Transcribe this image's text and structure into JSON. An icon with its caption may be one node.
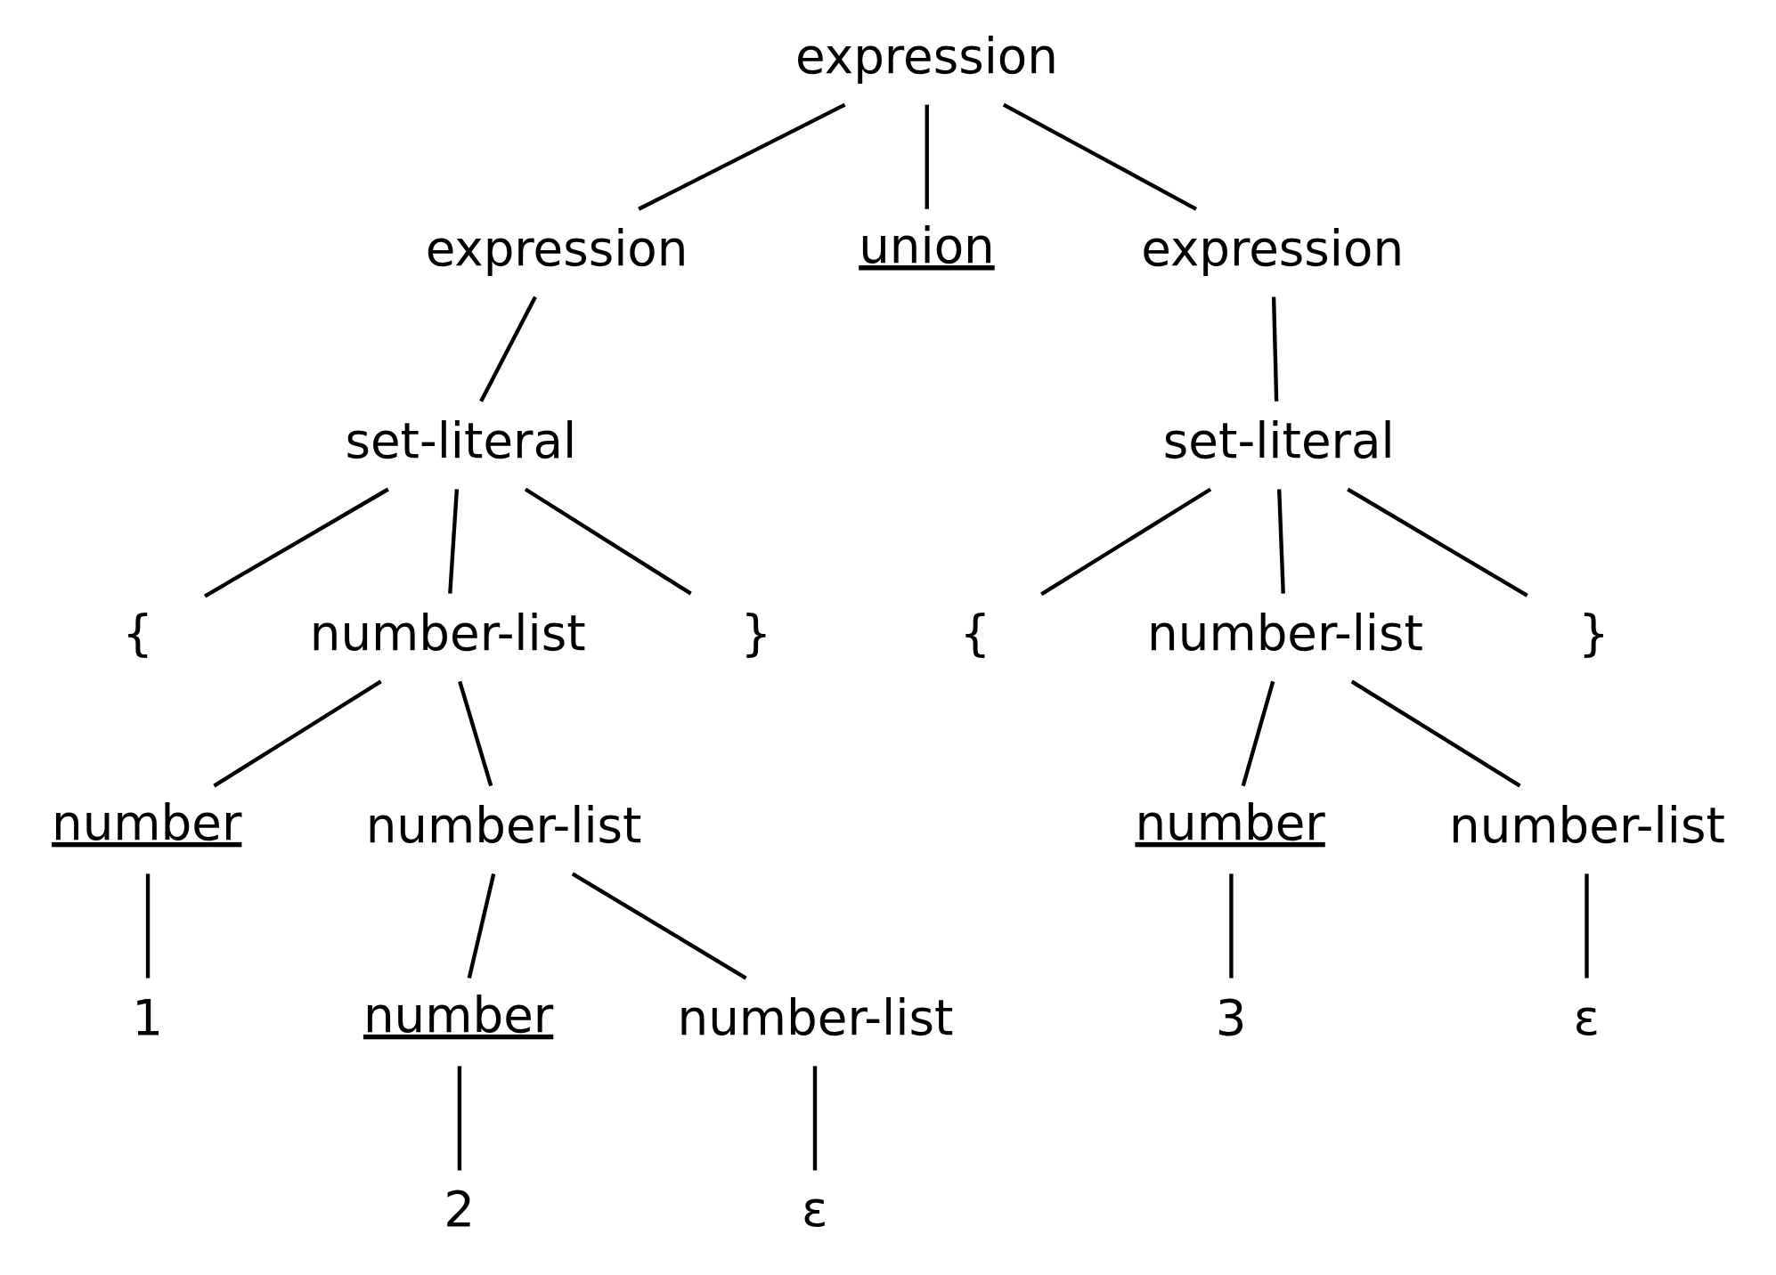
{
  "diagram": {
    "nodes": [
      {
        "text": [
          "expression"
        ]
      },
      {
        "text": [
          "expression"
        ]
      },
      {
        "text": [
          "union"
        ]
      },
      {
        "text": [
          "expression"
        ]
      },
      {
        "text": [
          "set-literal"
        ]
      },
      {
        "text": [
          "set-literal"
        ]
      },
      {
        "text": [
          "{"
        ]
      },
      {
        "text": [
          "number-list"
        ]
      },
      {
        "text": [
          "}"
        ]
      },
      {
        "text": [
          "{"
        ]
      },
      {
        "text": [
          "number-list"
        ]
      },
      {
        "text": [
          "}"
        ]
      },
      {
        "text": [
          "number"
        ]
      },
      {
        "text": [
          "number-list"
        ]
      },
      {
        "text": [
          "number"
        ]
      },
      {
        "text": [
          "number-list"
        ]
      },
      {
        "text": [
          "1"
        ]
      },
      {
        "text": [
          "3"
        ]
      },
      {
        "text": [
          "ε"
        ]
      },
      {
        "text": [
          "number"
        ]
      },
      {
        "text": [
          "number-list"
        ]
      },
      {
        "text": [
          "2"
        ]
      },
      {
        "text": [
          "ε"
        ]
      }
    ],
    "edges": [
      {
        "from": 0,
        "to": 1,
        "arrow": "none"
      },
      {
        "from": 0,
        "to": 2,
        "arrow": "none"
      },
      {
        "from": 0,
        "to": 3,
        "arrow": "none"
      },
      {
        "from": 1,
        "to": 4,
        "arrow": "none"
      },
      {
        "from": 3,
        "to": 5,
        "arrow": "none"
      },
      {
        "from": 4,
        "to": 6,
        "arrow": "none"
      },
      {
        "from": 4,
        "to": 7,
        "arrow": "none"
      },
      {
        "from": 4,
        "to": 8,
        "arrow": "none"
      },
      {
        "from": 5,
        "to": 9,
        "arrow": "none"
      },
      {
        "from": 5,
        "to": 10,
        "arrow": "none"
      },
      {
        "from": 5,
        "to": 11,
        "arrow": "none"
      },
      {
        "from": 7,
        "to": 12,
        "arrow": "none"
      },
      {
        "from": 7,
        "to": 13,
        "arrow": "none"
      },
      {
        "from": 10,
        "to": 14,
        "arrow": "none"
      },
      {
        "from": 10,
        "to": 15,
        "arrow": "none"
      },
      {
        "from": 12,
        "to": 16,
        "arrow": "none"
      },
      {
        "from": 14,
        "to": 17,
        "arrow": "none"
      },
      {
        "from": 15,
        "to": 18,
        "arrow": "none"
      },
      {
        "from": 13,
        "to": 19,
        "arrow": "none"
      },
      {
        "from": 13,
        "to": 20,
        "arrow": "none"
      },
      {
        "from": 19,
        "to": 21,
        "arrow": "none"
      },
      {
        "from": 20,
        "to": 22,
        "arrow": "none"
      }
    ]
  }
}
